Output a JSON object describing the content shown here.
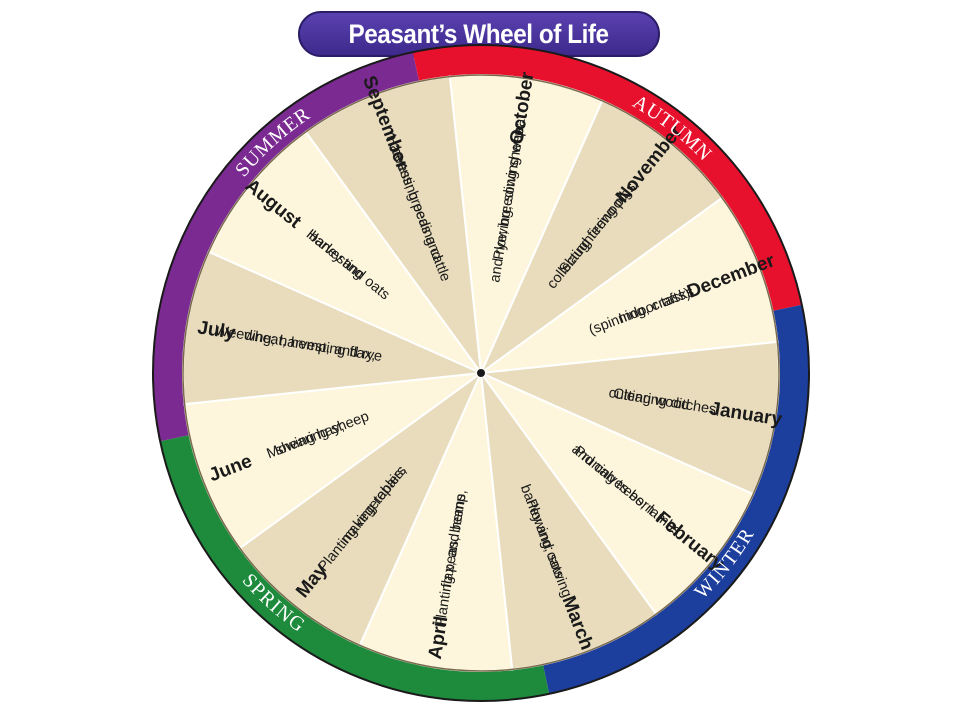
{
  "title": "Peasant’s Wheel of Life",
  "colors": {
    "wedge_light": "#fdf6dc",
    "wedge_dark": "#e8dcbc",
    "wedge_border": "#ffffff",
    "wheel_edge": "#1a1a1a",
    "hub": "#1a1a1a"
  },
  "seasons": [
    {
      "name": "AUTUMN",
      "color": "#e8112d"
    },
    {
      "name": "WINTER",
      "color": "#1c3f9e"
    },
    {
      "name": "SPRING",
      "color": "#1d8a3c"
    },
    {
      "name": "SUMMER",
      "color": "#7b2a91"
    }
  ],
  "months": [
    {
      "name": "October",
      "task_lines": [
        "Plowing; sowing wheat",
        "and rye; breeding sheep"
      ]
    },
    {
      "name": "November",
      "task_lines": [
        "Slaughtering pigs;",
        "collecting firewood"
      ]
    },
    {
      "name": "December",
      "task_lines": [
        "Indoor tasks",
        "(spinning, crafts)"
      ]
    },
    {
      "name": "January",
      "task_lines": [
        "Clearing ditches;",
        "cutting wood"
      ]
    },
    {
      "name": "February",
      "task_lines": [
        "Pruning trees; lambs",
        "and calves born"
      ]
    },
    {
      "name": "March",
      "task_lines": [
        "Plowing; sowing",
        "barley and oats"
      ]
    },
    {
      "name": "April",
      "task_lines": [
        "Planting peas, beans,",
        "flax, and hemp"
      ]
    },
    {
      "name": "May",
      "task_lines": [
        "Planting vegetables;",
        "making repairs"
      ]
    },
    {
      "name": "June",
      "task_lines": [
        "Mowing hay;",
        "shearing sheep"
      ]
    },
    {
      "name": "July",
      "task_lines": [
        "Weeding; harvesting flax,",
        "wheat, hemp, and rye"
      ]
    },
    {
      "name": "August",
      "task_lines": [
        "Harvesting",
        "barley and oats"
      ]
    },
    {
      "name": "September",
      "task_lines": [
        "Harvesting peas and",
        "beans; breeding cattle"
      ]
    }
  ]
}
